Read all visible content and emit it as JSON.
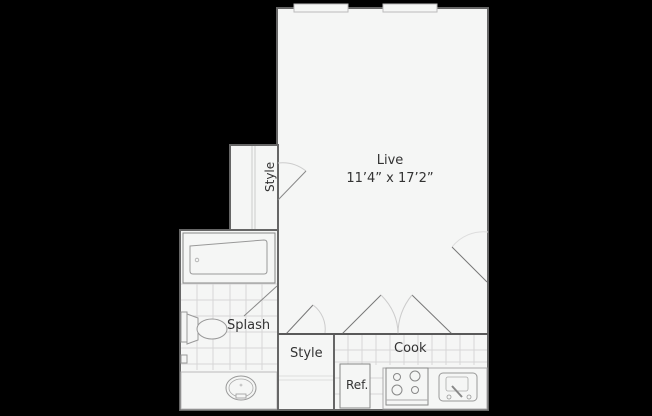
{
  "floor_plan": {
    "rooms": [
      {
        "id": "live",
        "name": "Live",
        "dimensions": "11’4” x 17’2”"
      },
      {
        "id": "style-closet",
        "name": "Style"
      },
      {
        "id": "splash",
        "name": "Splash"
      },
      {
        "id": "style-entry",
        "name": "Style"
      },
      {
        "id": "cook",
        "name": "Cook"
      }
    ],
    "fixtures": {
      "refrigerator": "Ref."
    },
    "colors": {
      "background": "#000000",
      "floor": "#f5f6f5",
      "wall": "#555555",
      "fixture_line": "#999999",
      "tile_line": "#cfcfcf",
      "text": "#333333"
    }
  }
}
